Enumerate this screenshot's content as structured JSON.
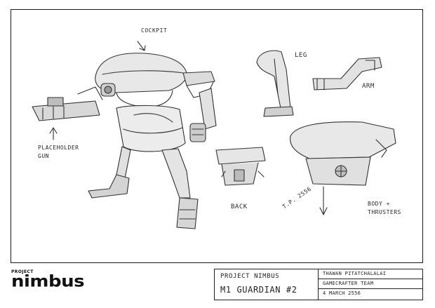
{
  "sheet": {
    "labels": {
      "cockpit": "COCKPIT",
      "leg": "LEG",
      "arm": "ARM",
      "back": "BACK",
      "body_thrusters_1": "BODY +",
      "body_thrusters_2": "THRUSTERS",
      "gun_1": "PLACEHOLDER",
      "gun_2": "GUN"
    },
    "signature": "T.P. 2556"
  },
  "logo": {
    "small": "PROJECT",
    "big": "nimbus"
  },
  "title_block": {
    "title_line_1": "PROJECT NIMBUS",
    "title_line_2": "M1 GUARDIAN #2",
    "author": "THAWAN PITATCHALALAI",
    "team": "GAMECRAFTER TEAM",
    "date": "4 MARCH 2556"
  }
}
